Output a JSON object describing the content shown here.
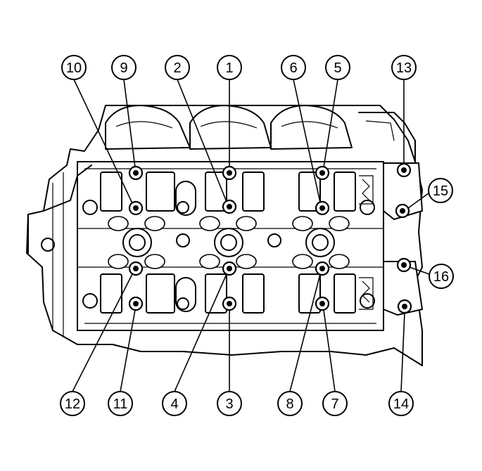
{
  "diagram": {
    "colors": {
      "ink": "#000000",
      "paper": "#ffffff"
    },
    "callouts": [
      {
        "label": "1"
      },
      {
        "label": "2"
      },
      {
        "label": "3"
      },
      {
        "label": "4"
      },
      {
        "label": "5"
      },
      {
        "label": "6"
      },
      {
        "label": "7"
      },
      {
        "label": "8"
      },
      {
        "label": "9"
      },
      {
        "label": "10"
      },
      {
        "label": "11"
      },
      {
        "label": "12"
      },
      {
        "label": "13"
      },
      {
        "label": "14"
      },
      {
        "label": "15"
      },
      {
        "label": "16"
      }
    ]
  }
}
